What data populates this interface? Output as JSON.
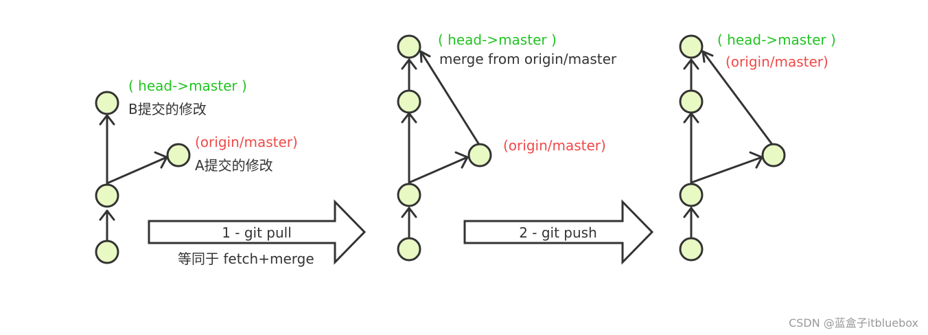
{
  "colors": {
    "node_fill": "#e8f9c4",
    "stroke": "#333333",
    "head_label": "#22c322",
    "origin_label": "#f04848",
    "text": "#333333",
    "watermark": "#999999"
  },
  "diagram1": {
    "head_label": "( head->master )",
    "b_commit_label": "B提交的修改",
    "origin_label": "(origin/master)",
    "a_commit_label": "A提交的修改"
  },
  "step1": {
    "label": "1 - git pull",
    "note": "等同于 fetch+merge"
  },
  "diagram2": {
    "head_label": "( head->master )",
    "merge_label": "merge from origin/master",
    "origin_label": "(origin/master)"
  },
  "step2": {
    "label": "2 - git push"
  },
  "diagram3": {
    "head_label": "( head->master )",
    "origin_label": "(origin/master)"
  },
  "watermark": "CSDN @蓝盒子itbluebox"
}
